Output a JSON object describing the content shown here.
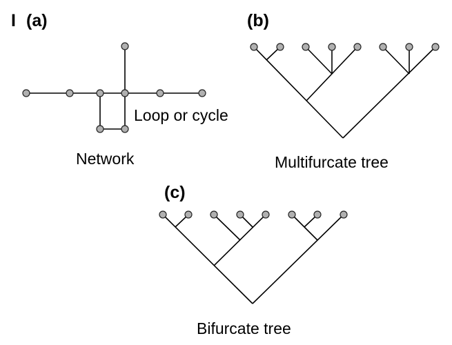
{
  "figure_label": "I",
  "panels": {
    "a": {
      "label": "(a)",
      "caption": "Network",
      "annotation": "Loop or cycle"
    },
    "b": {
      "label": "(b)",
      "caption": "Multifurcate tree"
    },
    "c": {
      "label": "(c)",
      "caption": "Bifurcate tree"
    }
  },
  "colors": {
    "node_fill": "#b0b0b0",
    "node_stroke": "#222222",
    "edge": "#000000"
  }
}
